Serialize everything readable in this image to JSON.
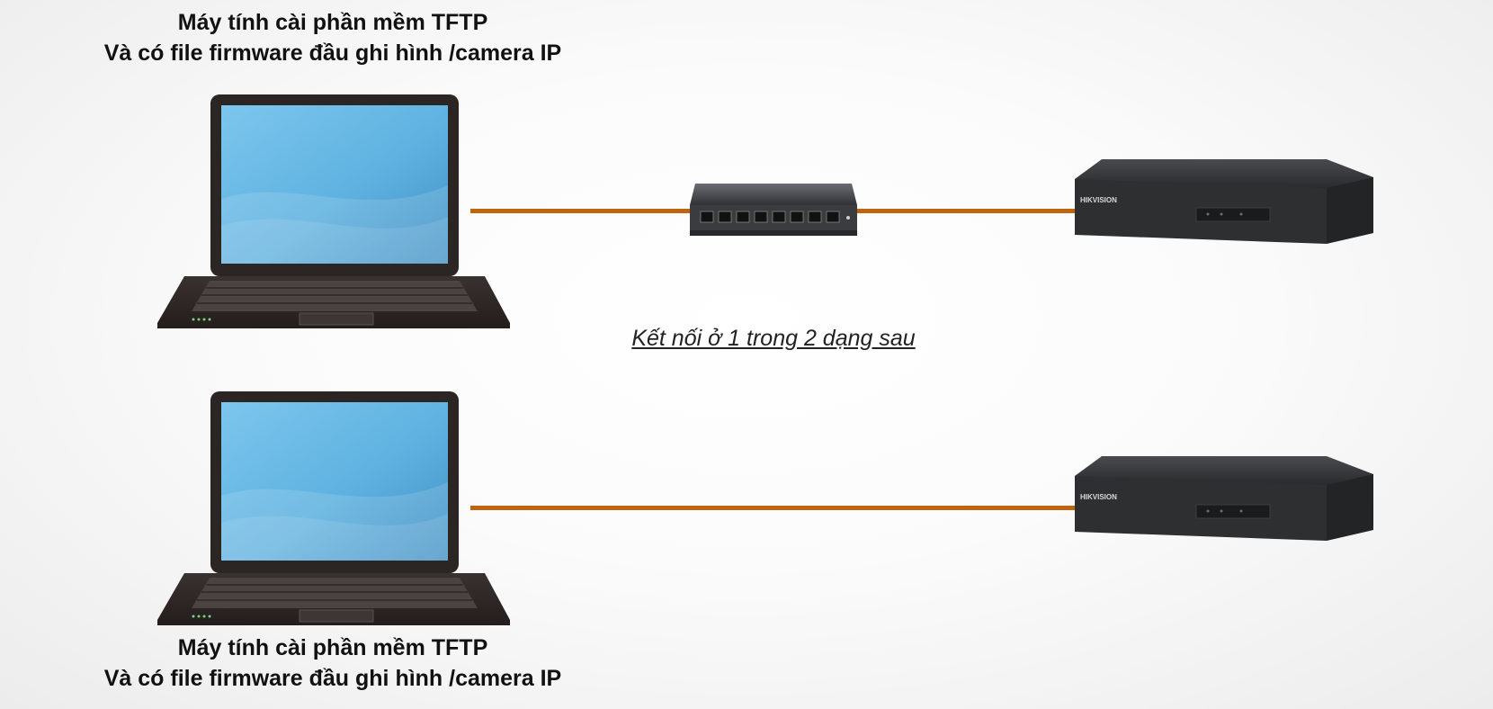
{
  "top_caption": {
    "line1": "Máy tính cài phần mềm TFTP",
    "line2": "Và có file firmware đầu ghi hình /camera IP"
  },
  "bottom_caption": {
    "line1": "Máy tính cài phần mềm TFTP",
    "line2": "Và có file firmware đầu ghi hình /camera IP"
  },
  "connection_note": "Kết nối ở 1 trong 2 dạng sau",
  "dvr_brand": "HIKVISION",
  "colors": {
    "cable": "#c0650f",
    "laptop_body": "#2b2523",
    "laptop_screen": "#5fb2e0",
    "dvr_body": "#2e2f31",
    "switch_body": "#3a3c40"
  },
  "icons": {
    "laptop": "laptop-icon",
    "dvr": "dvr-icon",
    "switch": "network-switch-icon"
  }
}
